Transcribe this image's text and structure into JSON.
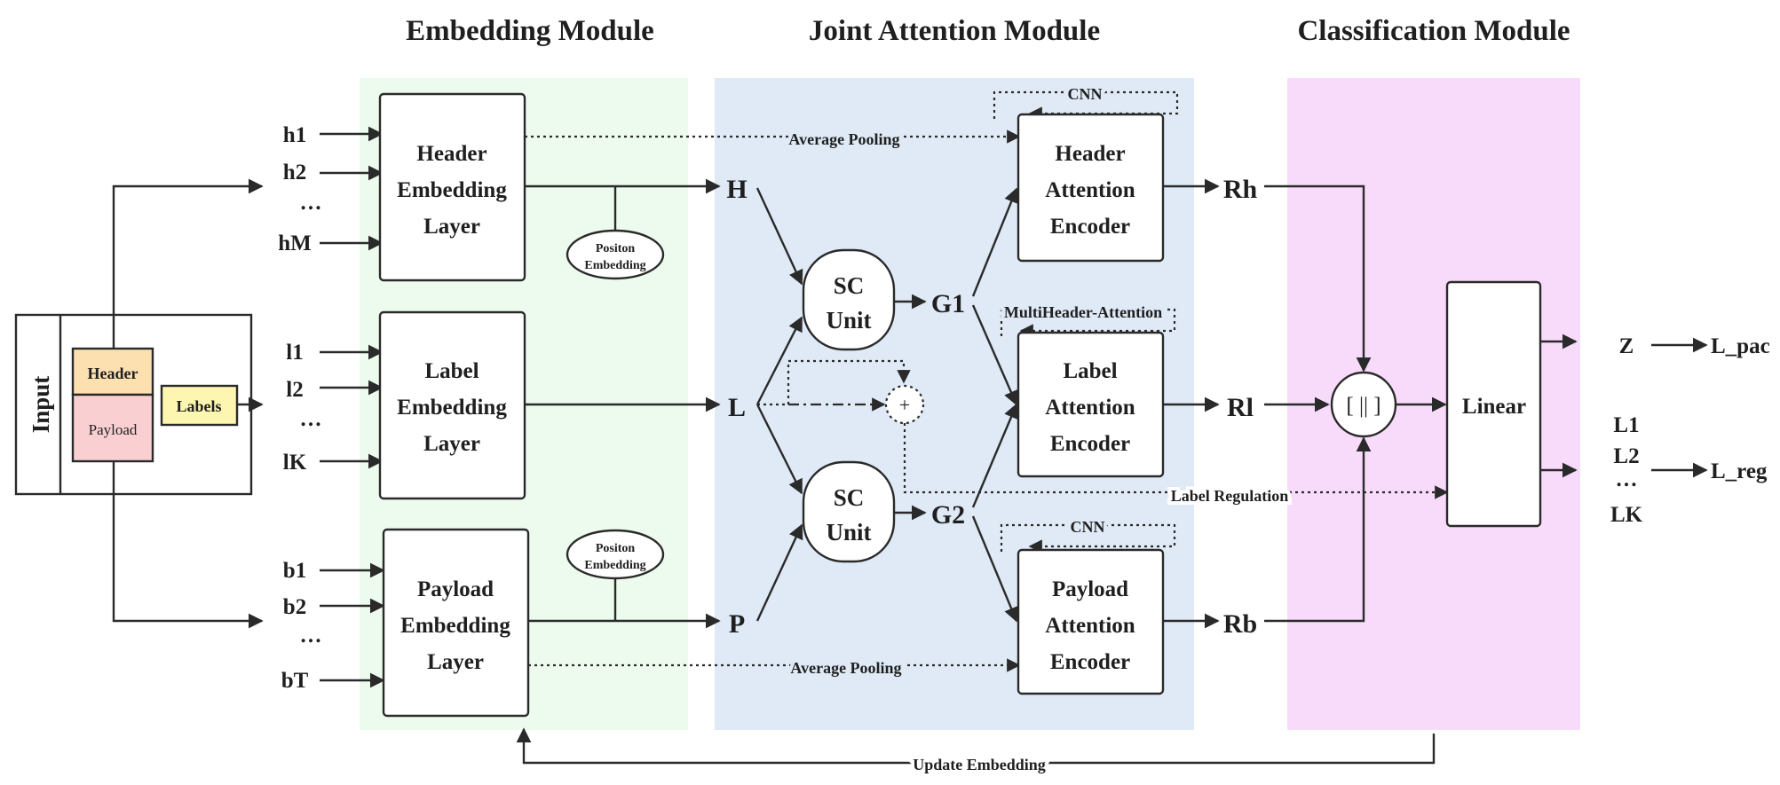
{
  "modules": {
    "embedding": "Embedding Module",
    "joint": "Joint Attention Module",
    "classification": "Classification Module"
  },
  "colors": {
    "embedding_bg": "#edfbee",
    "joint_bg": "#dfeaf6",
    "classification_bg": "#f8dbfb",
    "header_fill": "#fde0b0",
    "payload_fill": "#f9cfd2",
    "labels_fill": "#fdf6b0"
  },
  "input": {
    "title": "Input",
    "header": "Header",
    "payload": "Payload",
    "labels": "Labels"
  },
  "sequences": {
    "header": [
      "h1",
      "h2",
      "…",
      "hM"
    ],
    "label": [
      "l1",
      "l2",
      "…",
      "lK"
    ],
    "payload": [
      "b1",
      "b2",
      "…",
      "bT"
    ]
  },
  "embedding_layers": {
    "header": [
      "Header",
      "Embedding",
      "Layer"
    ],
    "label": [
      "Label",
      "Embedding",
      "Layer"
    ],
    "payload": [
      "Payload",
      "Embedding",
      "Layer"
    ],
    "position": [
      "Positon",
      "Embedding"
    ]
  },
  "nodes": {
    "H": "H",
    "L": "L",
    "P": "P",
    "G1": "G1",
    "G2": "G2",
    "plus": "+",
    "Rh": "Rh",
    "Rl": "Rl",
    "Rb": "Rb",
    "concat": "[ || ]",
    "Z": "Z",
    "L_pac": "L_pac",
    "L_reg": "L_reg"
  },
  "sc_unit": [
    "SC",
    "Unit"
  ],
  "encoders": {
    "header": [
      "Header",
      "Attention",
      "Encoder"
    ],
    "label": [
      "Label",
      "Attention",
      "Encoder"
    ],
    "payload": [
      "Payload",
      "Attention",
      "Encoder"
    ]
  },
  "annotations": {
    "avg_pool": "Average Pooling",
    "cnn": "CNN",
    "multihead": "MultiHeader-Attention",
    "label_reg": "Label Regulation",
    "update_embedding": "Update Embedding"
  },
  "linear": "Linear",
  "label_outputs": [
    "L1",
    "L2",
    "…",
    "LK"
  ]
}
